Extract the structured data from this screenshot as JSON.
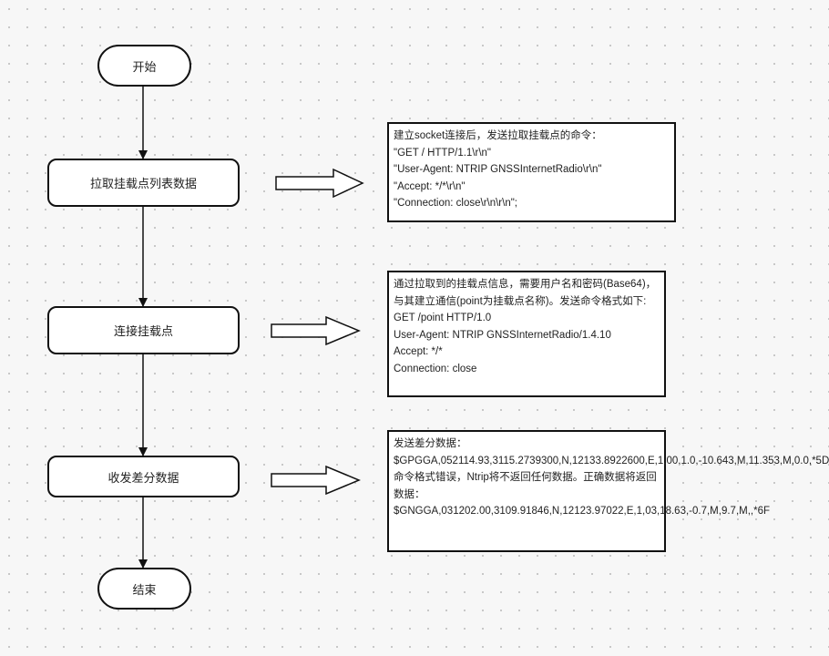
{
  "nodes": {
    "start": "开始",
    "fetch": "拉取挂载点列表数据",
    "connect": "连接挂载点",
    "receive": "收发差分数据",
    "end": "结束"
  },
  "notes": {
    "fetch": "建立socket连接后，发送拉取挂载点的命令：\n\"GET / HTTP/1.1\\r\\n\"\n\"User-Agent: NTRIP GNSSInternetRadio\\r\\n\"\n\"Accept: */*\\r\\n\"\n\"Connection: close\\r\\n\\r\\n\";",
    "connect": "通过拉取到的挂载点信息，需要用户名和密码(Base64)，与其建立通信(point为挂载点名称)。发送命令格式如下:\nGET /point HTTP/1.0\nUser-Agent: NTRIP GNSSInternetRadio/1.4.10\nAccept: */*\nConnection: close",
    "receive": "发送差分数据：\n$GPGGA,052114.93,3115.2739300,N,12133.8922600,E,1,00,1.0,-10.643,M,11.353,M,0.0,*5D\n命令格式错误，Ntrip将不返回任何数据。正确数据将返回数据：\n$GNGGA,031202.00,3109.91846,N,12123.97022,E,1,03,18.63,-0.7,M,9.7,M,,*6F"
  }
}
